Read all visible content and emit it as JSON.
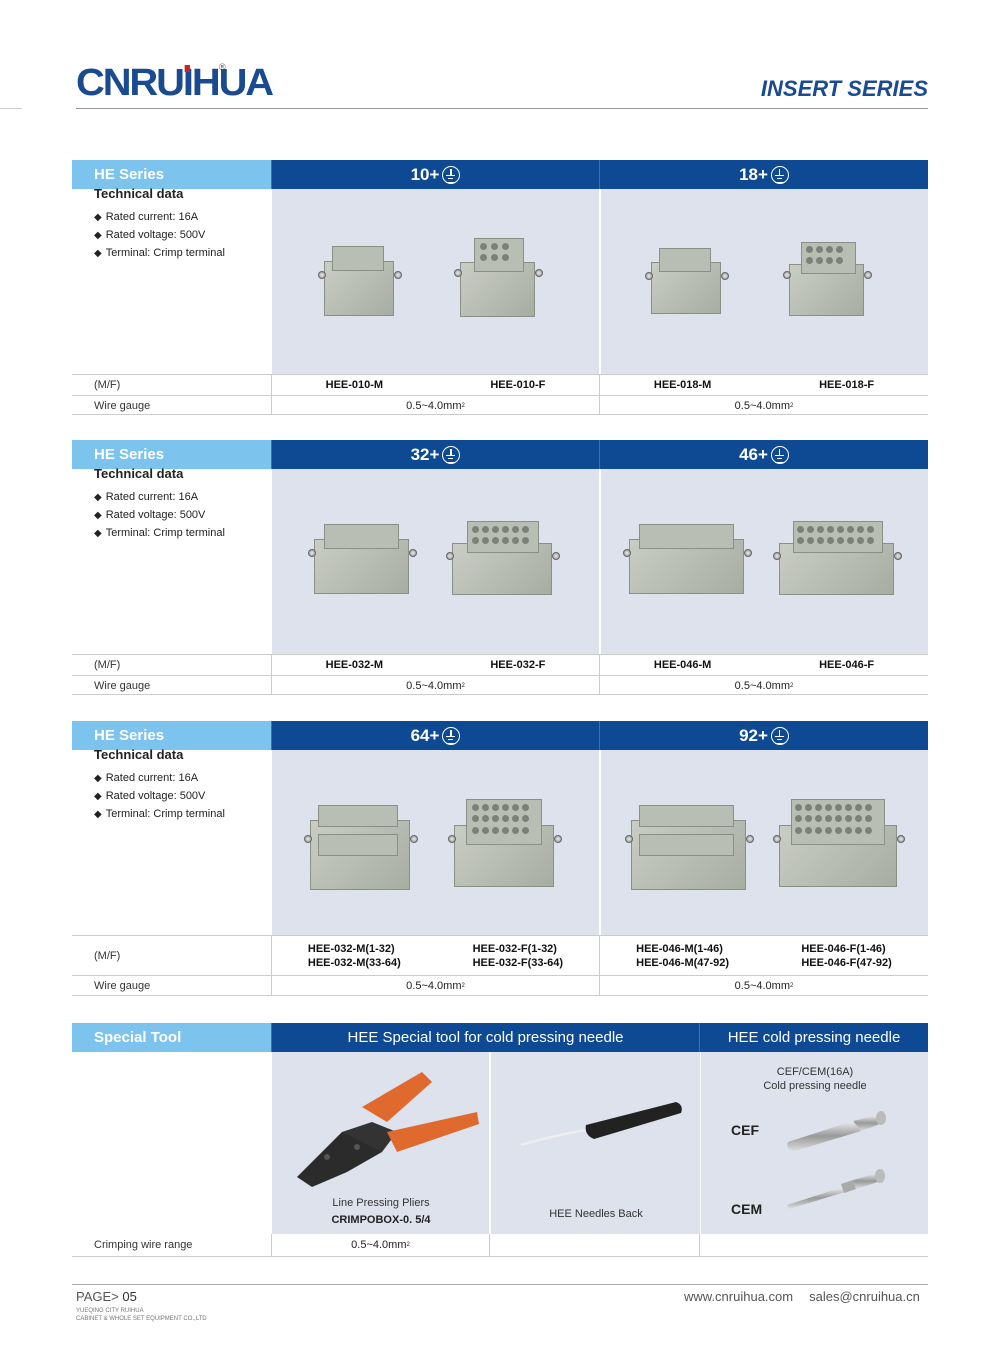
{
  "header": {
    "logo_text": "CNRUHUA",
    "logo_registered": "®",
    "title": "INSERT SERIES"
  },
  "sections": [
    {
      "label": "HE Series",
      "columns": [
        {
          "title": "10+",
          "icon": "ground-icon",
          "male": "HEE-010-M",
          "female": "HEE-010-F",
          "wire_gauge": "0.5~4.0mm",
          "pins": 10
        },
        {
          "title": "18+",
          "icon": "ground-icon",
          "male": "HEE-018-M",
          "female": "HEE-018-F",
          "wire_gauge": "0.5~4.0mm",
          "pins": 18
        }
      ],
      "technical": {
        "heading": "Technical data",
        "items": [
          "Rated current: 16A",
          "Rated voltage: 500V",
          "Terminal:  Crimp terminal"
        ]
      },
      "row_labels": {
        "mf": "(M/F)",
        "wire": "Wire gauge"
      }
    },
    {
      "label": "HE Series",
      "columns": [
        {
          "title": "32+",
          "icon": "ground-icon",
          "male": "HEE-032-M",
          "female": "HEE-032-F",
          "wire_gauge": "0.5~4.0mm",
          "pins": 32
        },
        {
          "title": "46+",
          "icon": "ground-icon",
          "male": "HEE-046-M",
          "female": "HEE-046-F",
          "wire_gauge": "0.5~4.0mm",
          "pins": 46
        }
      ],
      "technical": {
        "heading": "Technical data",
        "items": [
          "Rated current: 16A",
          "Rated voltage: 500V",
          "Terminal:  Crimp terminal"
        ]
      },
      "row_labels": {
        "mf": "(M/F)",
        "wire": "Wire gauge"
      }
    },
    {
      "label": "HE Series",
      "columns": [
        {
          "title": "64+",
          "icon": "ground-icon",
          "male": "HEE-032-M(1-32)",
          "male2": "HEE-032-M(33-64)",
          "female": "HEE-032-F(1-32)",
          "female2": "HEE-032-F(33-64)",
          "wire_gauge": "0.5~4.0mm",
          "pins": 64
        },
        {
          "title": "92+",
          "icon": "ground-icon",
          "male": "HEE-046-M(1-46)",
          "male2": "HEE-046-M(47-92)",
          "female": "HEE-046-F(1-46)",
          "female2": "HEE-046-F(47-92)",
          "wire_gauge": "0.5~4.0mm",
          "pins": 92
        }
      ],
      "technical": {
        "heading": "Technical data",
        "items": [
          "Rated current: 16A",
          "Rated voltage: 500V",
          "Terminal:  Crimp terminal"
        ]
      },
      "row_labels": {
        "mf": "(M/F)",
        "wire": "Wire gauge"
      }
    }
  ],
  "special_tool": {
    "label": "Special Tool",
    "col1_title": "HEE Special tool for cold pressing needle",
    "col2_title": "HEE cold pressing needle",
    "pliers_caption": "Line Pressing Pliers",
    "pliers_model": "CRIMPOBOX-0. 5/4",
    "needles_back": "HEE Needles Back",
    "needle_heading": "CEF/CEM(16A)",
    "needle_sub": "Cold pressing needle",
    "cef": "CEF",
    "cem": "CEM",
    "row_label": "Crimping wire range",
    "crimp_range": "0.5~4.0mm"
  },
  "footer": {
    "page_prefix": "PAGE>",
    "page_number": "05",
    "company_line1": "YUEQING CITY RUIHUA",
    "company_line2": "CABINET & WHOLE SET EQUIPMENT CO.,LTD",
    "website": "www.cnruihua.com",
    "email": "sales@cnruihua.cn"
  },
  "colors": {
    "brand_blue": "#1a4a8f",
    "header_dark": "#0e4a94",
    "header_light": "#7cc4ed",
    "panel_bg": "#dde2ec",
    "logo_accent": "#d42020"
  }
}
